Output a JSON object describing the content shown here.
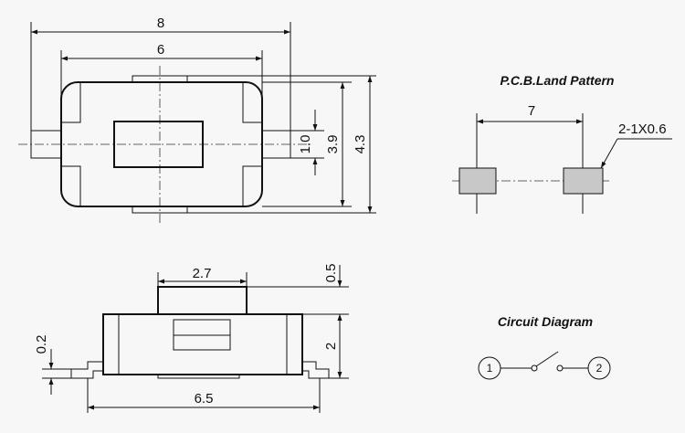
{
  "top_view": {
    "dims": {
      "outer_width": "8",
      "body_width": "6",
      "terminal_height": "1.0",
      "body_height": "3.9",
      "overall_height": "4.3"
    }
  },
  "pcb_land_pattern": {
    "title": "P.C.B.Land Pattern",
    "pitch": "7",
    "pad_size": "2-1X0.6",
    "pad_color": "#c8c8c8"
  },
  "side_view": {
    "dims": {
      "actuator_width": "2.7",
      "actuator_height": "0.5",
      "body_height": "2",
      "lead_thickness": "0.2",
      "lead_span": "6.5"
    }
  },
  "circuit_diagram": {
    "title": "Circuit Diagram",
    "pin1": "1",
    "pin2": "2"
  }
}
